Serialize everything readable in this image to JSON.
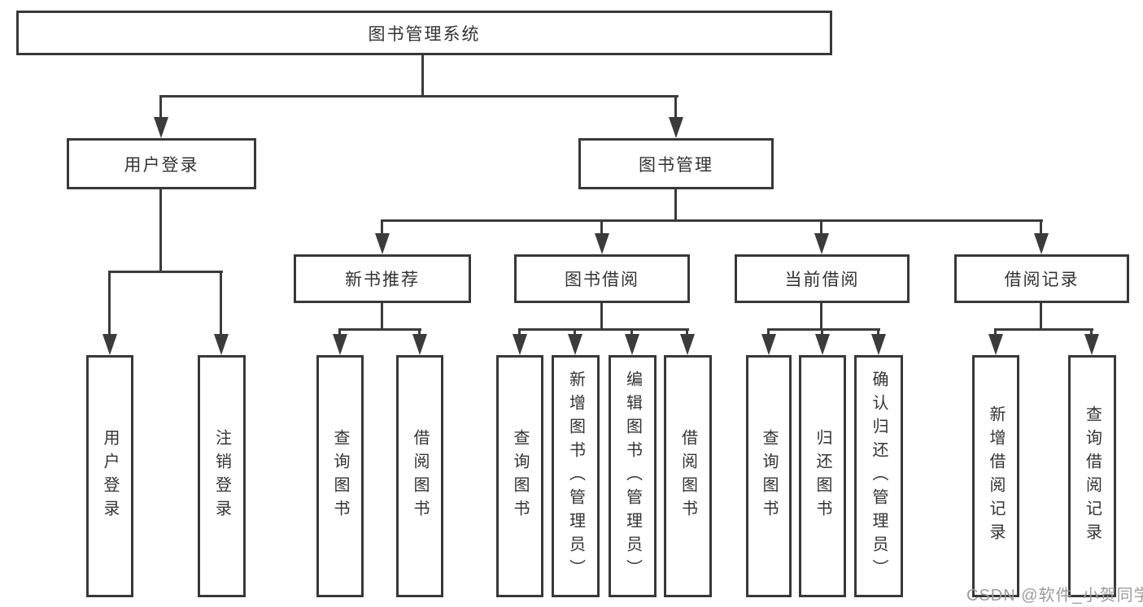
{
  "diagram": {
    "root": {
      "label": "图书管理系统"
    },
    "level2": [
      {
        "label": "用户登录"
      },
      {
        "label": "图书管理"
      }
    ],
    "level3": [
      {
        "label": "新书推荐"
      },
      {
        "label": "图书借阅"
      },
      {
        "label": "当前借阅"
      },
      {
        "label": "借阅记录"
      }
    ],
    "leaves": {
      "user_login": [
        {
          "label": "用户登录"
        },
        {
          "label": "注销登录"
        }
      ],
      "new_book_rec": [
        {
          "label": "查询图书"
        },
        {
          "label": "借阅图书"
        }
      ],
      "book_borrow": [
        {
          "label": "查询图书"
        },
        {
          "label": "新增图书（管理员）"
        },
        {
          "label": "编辑图书（管理员）"
        },
        {
          "label": "借阅图书"
        }
      ],
      "current_borrow": [
        {
          "label": "查询图书"
        },
        {
          "label": "归还图书"
        },
        {
          "label": "确认归还（管理员）"
        }
      ],
      "borrow_records": [
        {
          "label": "新增借阅记录"
        },
        {
          "label": "查询借阅记录"
        }
      ]
    },
    "colors": {
      "line": "#3b3b3b",
      "border": "#383838",
      "text": "#333333",
      "background": "#ffffff",
      "watermark": "#9c9c9c"
    },
    "watermark": {
      "text": "CSDN @软件_小贺同学"
    }
  }
}
